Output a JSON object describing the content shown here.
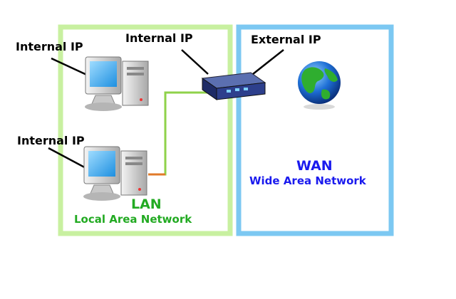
{
  "labels": {
    "internal_ip_1": "Internal IP",
    "internal_ip_2": "Internal IP",
    "internal_ip_router": "Internal IP",
    "external_ip": "External IP"
  },
  "lan": {
    "title": "LAN",
    "subtitle": "Local Area Network"
  },
  "wan": {
    "title": "WAN",
    "subtitle": "Wide Area Network"
  },
  "colors": {
    "lan_border": "#c8f0a0",
    "wan_border": "#7cc8f2",
    "lan_text": "#22aa22",
    "wan_text": "#1a1aee",
    "cable": "#e6c23a"
  },
  "icons": [
    "desktop-computer-icon",
    "desktop-computer-icon",
    "router-icon",
    "globe-icon"
  ]
}
